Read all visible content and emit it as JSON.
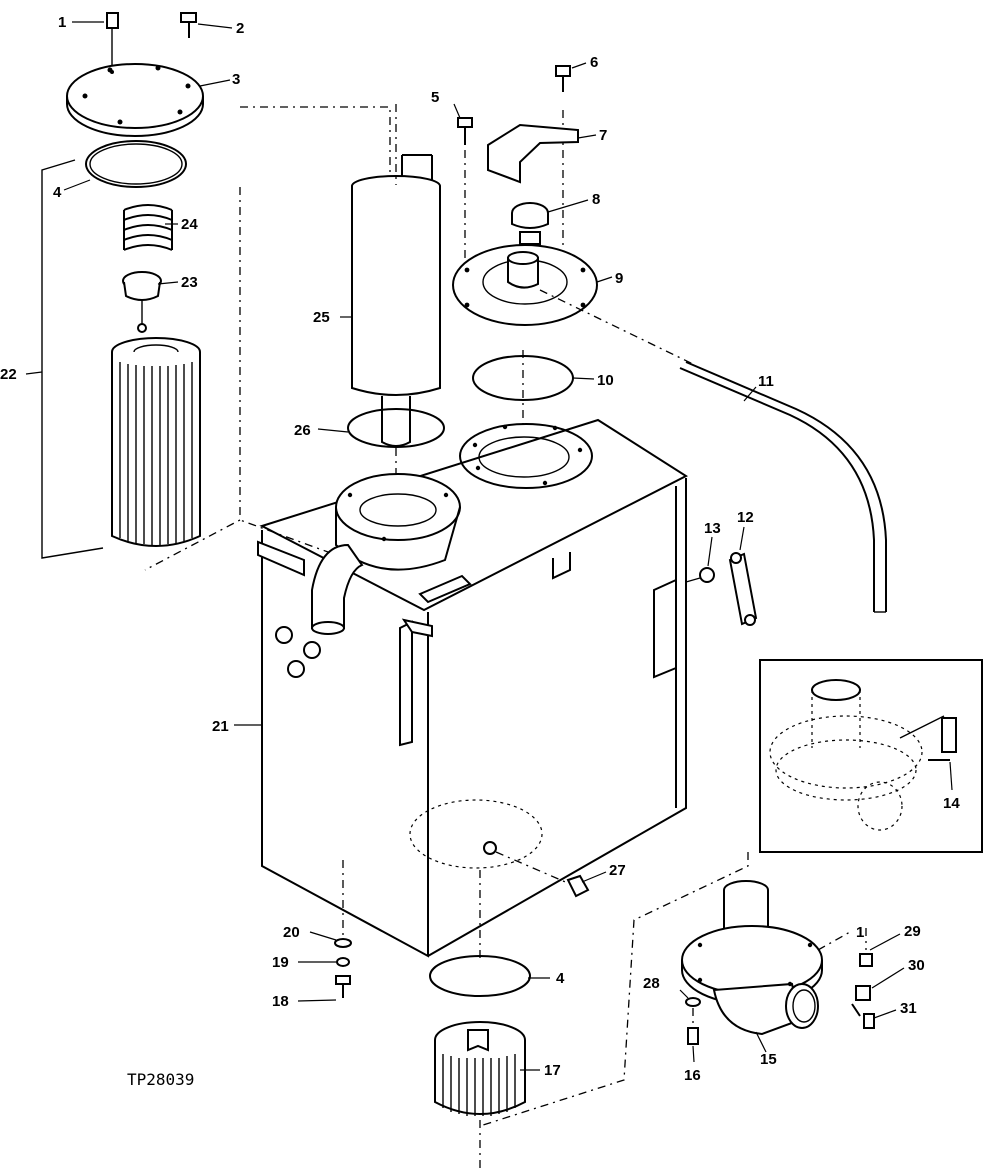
{
  "figure_id": "TP28039",
  "callouts": [
    "1",
    "2",
    "3",
    "4",
    "5",
    "6",
    "7",
    "8",
    "9",
    "10",
    "11",
    "12",
    "13",
    "14",
    "15",
    "16",
    "17",
    "18",
    "19",
    "20",
    "21",
    "22",
    "23",
    "24",
    "25",
    "26",
    "27",
    "28",
    "29",
    "30",
    "31"
  ]
}
